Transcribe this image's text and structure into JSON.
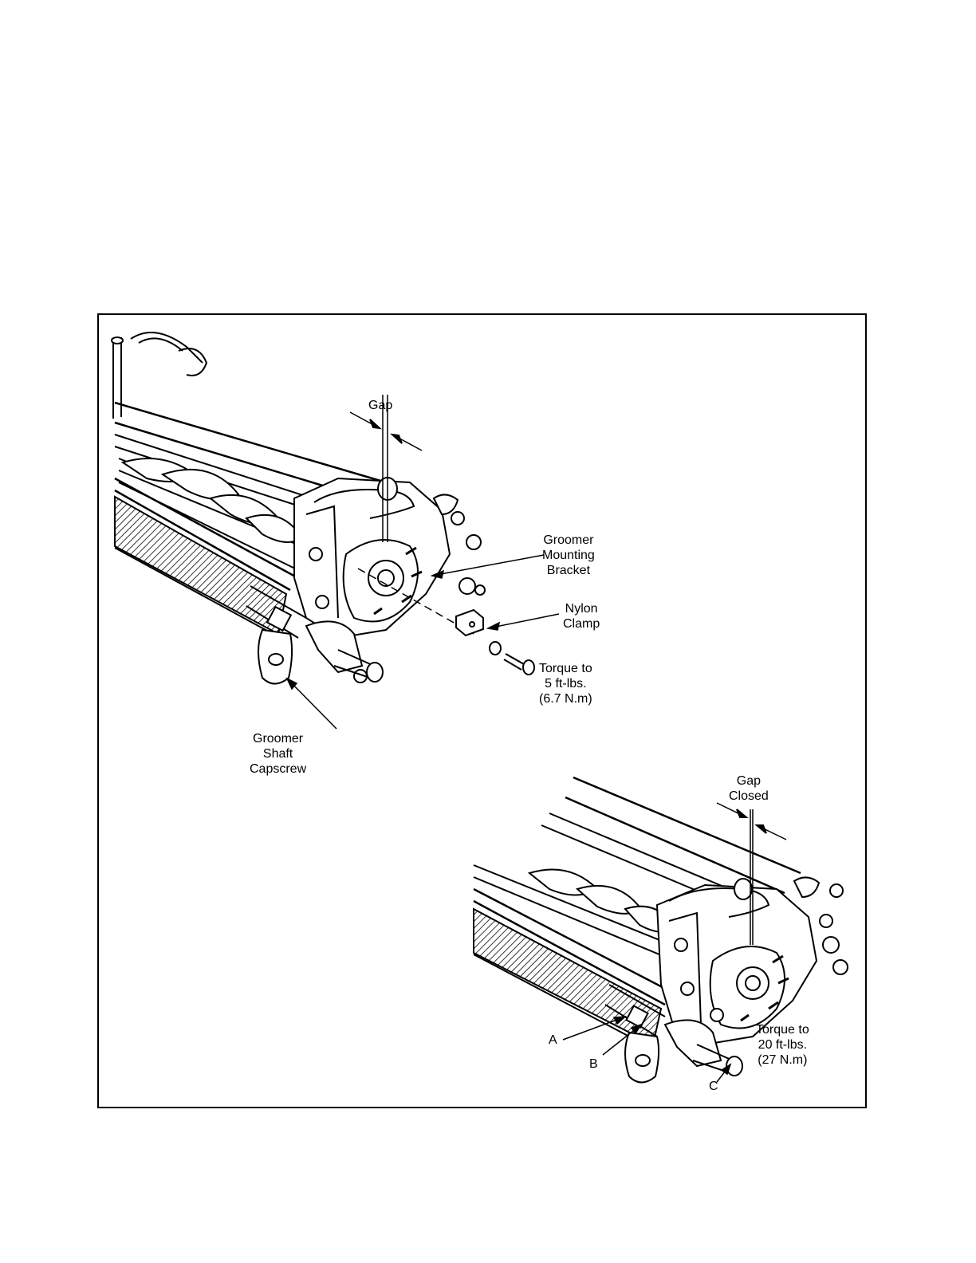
{
  "labels": {
    "gap": "Gap",
    "groomer_mounting_bracket": [
      "Groomer",
      "Mounting",
      "Bracket"
    ],
    "nylon_clamp": [
      "Nylon",
      "Clamp"
    ],
    "torque_5": [
      "Torque to",
      "5 ft-lbs.",
      "(6.7 N.m)"
    ],
    "groomer_shaft_capscrew": [
      "Groomer",
      "Shaft",
      "Capscrew"
    ],
    "gap_closed": [
      "Gap",
      "Closed"
    ],
    "torque_20": [
      "Torque to",
      "20 ft-lbs.",
      "(27 N.m)"
    ],
    "callout_a": "A",
    "callout_b": "B",
    "callout_c": "C"
  }
}
